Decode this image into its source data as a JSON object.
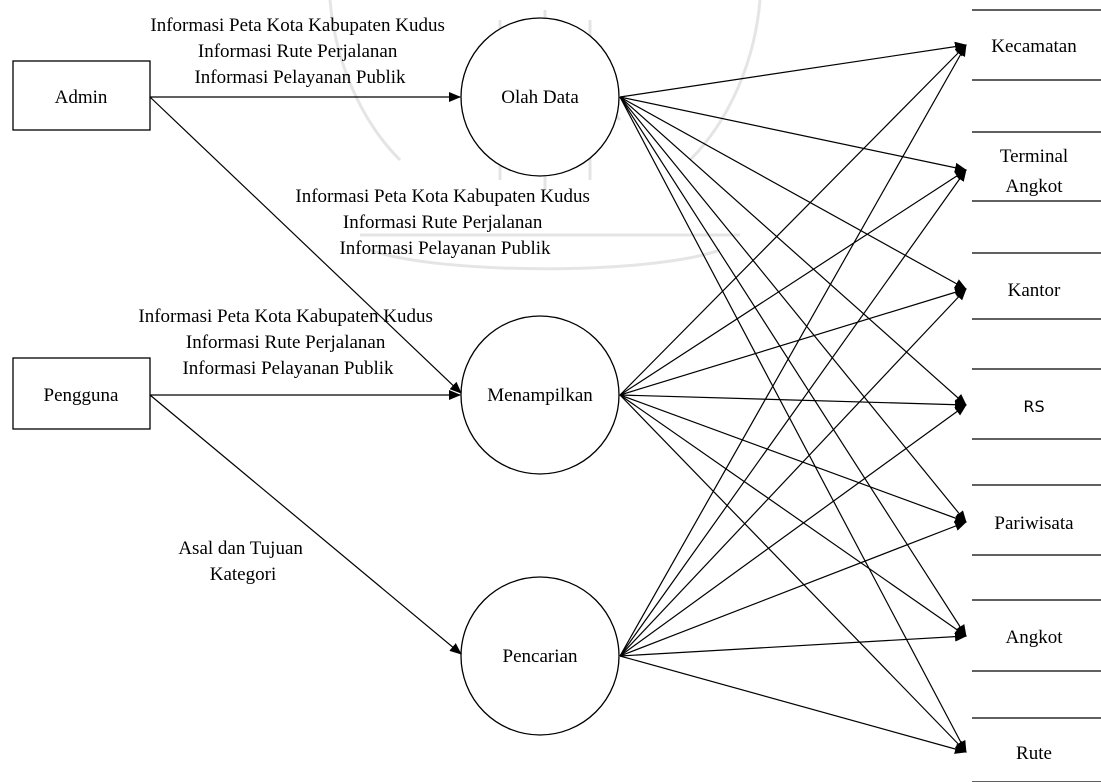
{
  "entities": {
    "admin": "Admin",
    "pengguna": "Pengguna"
  },
  "processes": {
    "olah_data": "Olah Data",
    "menampilkan": "Menampilkan",
    "pencarian": "Pencarian"
  },
  "flows": {
    "admin_to_olah": [
      "Informasi Peta Kota Kabupaten Kudus",
      "Informasi Rute Perjalanan",
      "Informasi Pelayanan Publik"
    ],
    "admin_to_menampilkan": [
      "Informasi Peta Kota Kabupaten Kudus",
      "Informasi Rute Perjalanan",
      "Informasi Pelayanan Publik"
    ],
    "pengguna_to_menampilkan": [
      "Informasi Peta Kota Kabupaten Kudus",
      "Informasi Rute Perjalanan",
      "Informasi Pelayanan Publik"
    ],
    "pengguna_to_pencarian": [
      "Asal dan Tujuan",
      "Kategori"
    ]
  },
  "stores": [
    {
      "lines": [
        "Kecamatan"
      ]
    },
    {
      "lines": [
        "Terminal",
        "Angkot"
      ]
    },
    {
      "lines": [
        "Kantor"
      ]
    },
    {
      "lines": [
        "RS"
      ]
    },
    {
      "lines": [
        "Pariwisata"
      ]
    },
    {
      "lines": [
        "Angkot"
      ]
    },
    {
      "lines": [
        "Rute"
      ]
    }
  ]
}
